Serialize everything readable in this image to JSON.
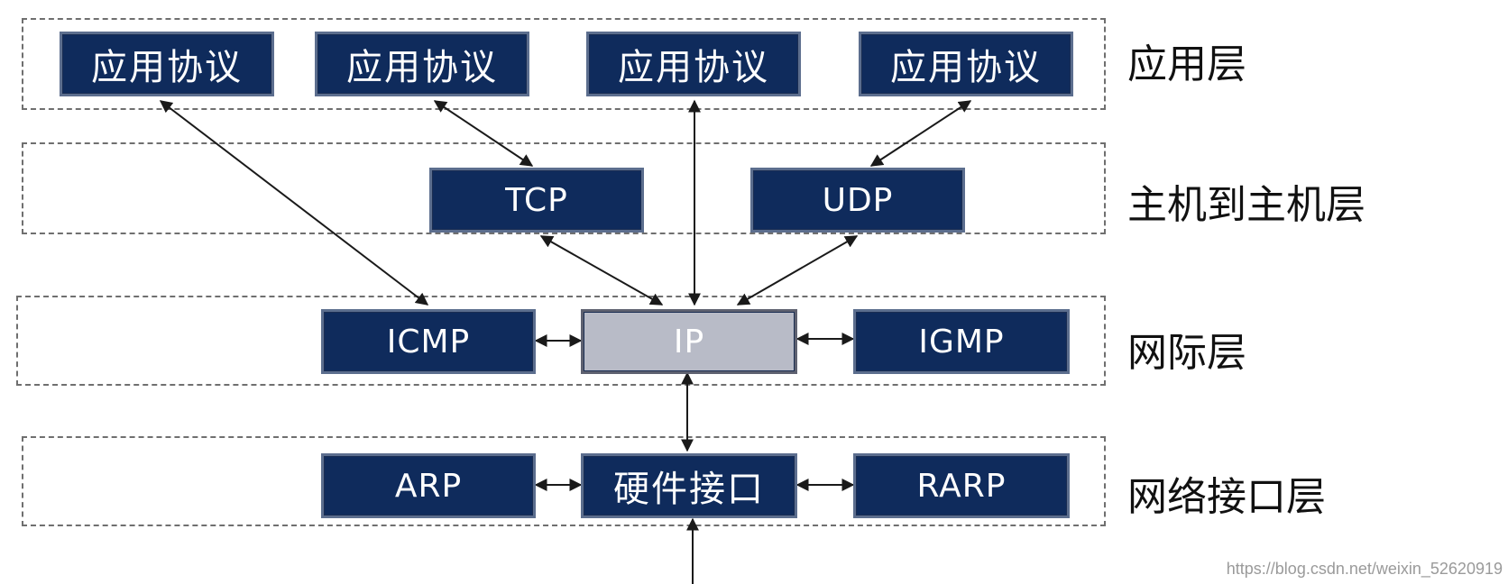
{
  "colors": {
    "protocol_box_fill": "#0f2b5c",
    "ip_box_fill": "#b8bbc7",
    "arrow": "#1a1a1a"
  },
  "layers": {
    "application": {
      "label": "应用层",
      "protocols": [
        "应用协议",
        "应用协议",
        "应用协议",
        "应用协议"
      ]
    },
    "host_to_host": {
      "label": "主机到主机层",
      "protocols": [
        "TCP",
        "UDP"
      ]
    },
    "internet": {
      "label": "网际层",
      "protocols": [
        "ICMP",
        "IP",
        "IGMP"
      ]
    },
    "network_interface": {
      "label": "网络接口层",
      "protocols": [
        "ARP",
        "硬件接口",
        "RARP"
      ]
    }
  },
  "connections": [
    {
      "from": "应用协议 (1)",
      "to": "ICMP",
      "direction": "both"
    },
    {
      "from": "应用协议 (2)",
      "to": "TCP",
      "direction": "both"
    },
    {
      "from": "应用协议 (3)",
      "to": "IP",
      "direction": "both"
    },
    {
      "from": "应用协议 (4)",
      "to": "UDP",
      "direction": "both"
    },
    {
      "from": "TCP",
      "to": "IP",
      "direction": "both"
    },
    {
      "from": "UDP",
      "to": "IP",
      "direction": "both"
    },
    {
      "from": "ICMP",
      "to": "IP",
      "direction": "both"
    },
    {
      "from": "IP",
      "to": "IGMP",
      "direction": "both"
    },
    {
      "from": "IP",
      "to": "硬件接口",
      "direction": "both"
    },
    {
      "from": "ARP",
      "to": "硬件接口",
      "direction": "both"
    },
    {
      "from": "硬件接口",
      "to": "RARP",
      "direction": "both"
    },
    {
      "from": "硬件接口",
      "to": "below",
      "direction": "up"
    }
  ],
  "watermark": "https://blog.csdn.net/weixin_52620919"
}
